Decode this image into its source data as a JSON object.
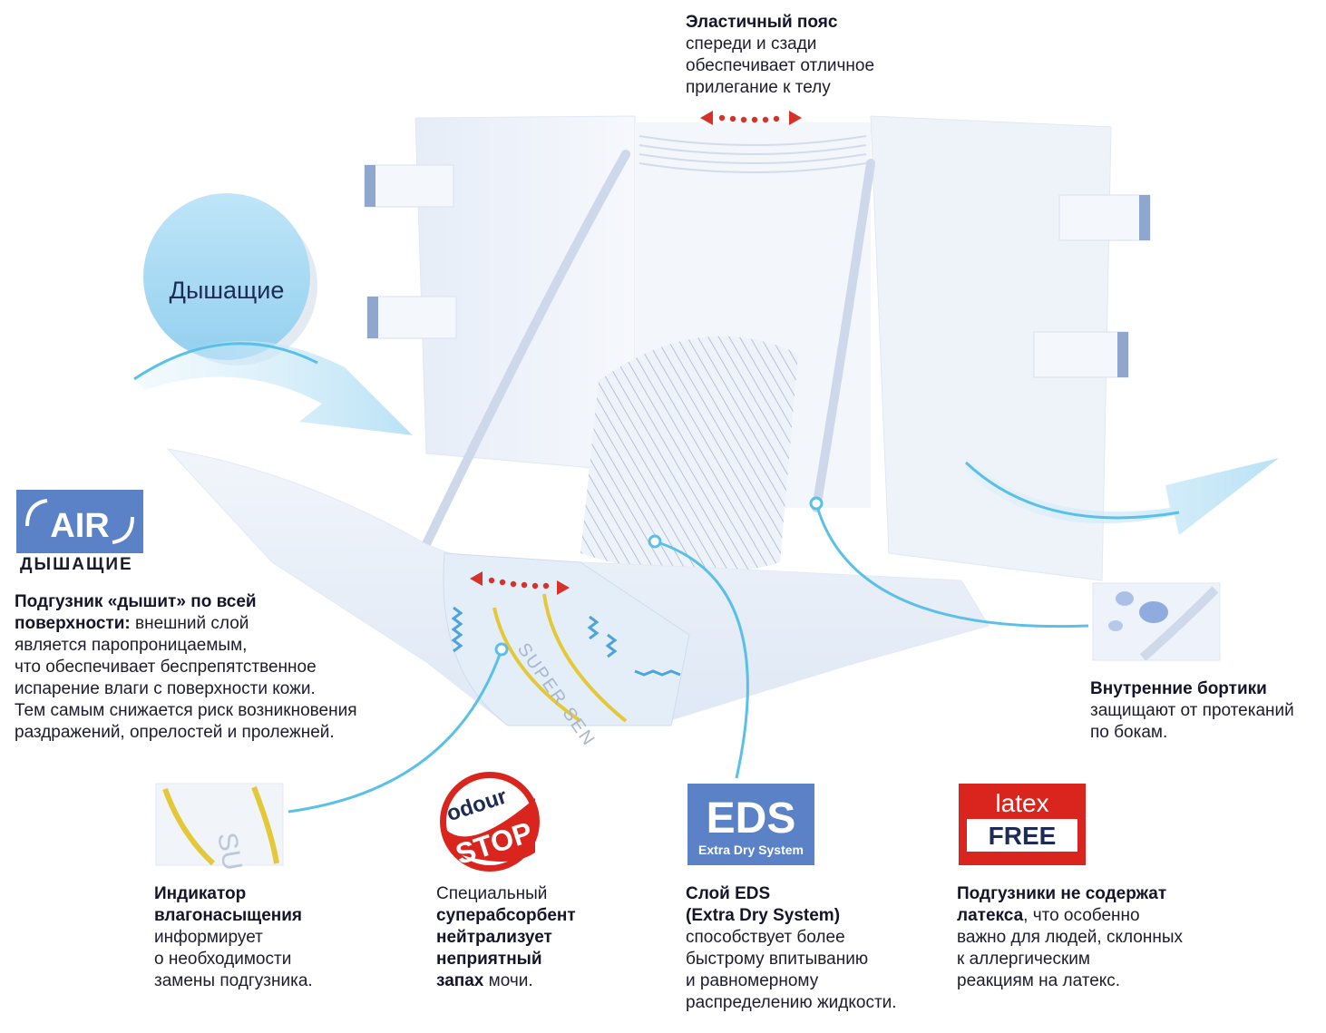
{
  "top_callout": {
    "title": "Эластичный пояс",
    "lines": [
      "спереди и сзади",
      "обеспечивает отличное",
      "прилегание к телу"
    ]
  },
  "bubble": {
    "label": "Дышащие"
  },
  "air_badge": {
    "logo": "AIR",
    "caption": "ДЫШАЩИЕ"
  },
  "air_text": {
    "bold_1": "Подгузник «дышит» по всей",
    "bold_2": "поверхности:",
    "rest_2": " внешний слой",
    "lines": [
      "является паропроницаемым,",
      "что обеспечивает беспрепятственное",
      "испарение влаги с поверхности кожи.",
      "Тем самым снижается риск возникновения",
      "раздражений, опрелостей и пролежней."
    ]
  },
  "sides": {
    "title": "Внутренние бортики",
    "lines": [
      "защищают от протеканий",
      "по бокам."
    ]
  },
  "indicator": {
    "bold_1": "Индикатор",
    "bold_2": "влагонасыщения",
    "lines": [
      "информирует",
      "о необходимости",
      "замены подгузника."
    ]
  },
  "odour": {
    "badge_top": "odour",
    "badge_bottom": "STOP",
    "line_1": "Специальный",
    "bold_2": "суперабсорбент",
    "bold_3": "нейтрализует",
    "bold_4": "неприятный",
    "bold_5": "запах",
    "rest_5": " мочи."
  },
  "eds": {
    "badge_top": "EDS",
    "badge_bottom": "Extra Dry System",
    "bold_1": "Слой EDS",
    "bold_2": "(Extra Dry System)",
    "lines": [
      "способствует более",
      "быстрому впитыванию",
      "и равномерному",
      "распределению жидкости."
    ]
  },
  "latex": {
    "badge_top": "latex",
    "badge_bottom": "FREE",
    "bold_1": "Подгузники не содержат",
    "bold_2": "латекса",
    "rest_2": ", что особенно",
    "lines": [
      "важно для людей, склонных",
      "к аллергическим",
      "реакциям на латекс."
    ]
  },
  "diaper_print": "SUPER SEN",
  "colors": {
    "navy": "#1d2b55",
    "arrow_red": "#d6322a",
    "bubble_blue": "#a8d9f3",
    "connector_blue": "#5bc0e8",
    "badge_blue": "#5b82c6",
    "odour_red": "#d9251d",
    "latex_red": "#d9251d"
  }
}
